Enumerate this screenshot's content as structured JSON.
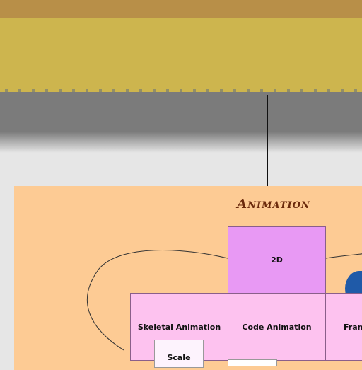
{
  "diagram": {
    "title": "Animation",
    "nodes": {
      "two_d": "2D",
      "skeletal": "Skeletal Animation",
      "code": "Code Animation",
      "frame": "Fram",
      "scale": "Scale"
    }
  },
  "colors": {
    "panel": "#fdcb94",
    "title": "#6b2a0c",
    "node_2d": "#e899f4",
    "node_row": "#fdc2ef"
  }
}
